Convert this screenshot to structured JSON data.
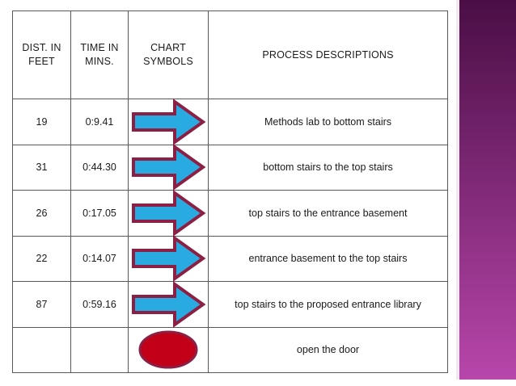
{
  "slide": {
    "background_color": "#ffffff",
    "decor_band": {
      "name": "purple-gradient-band",
      "gradient_top_color": "#4a0e45",
      "gradient_bottom_color": "#b846ab"
    }
  },
  "table": {
    "border_color": "#58585a",
    "columns": [
      {
        "key": "dist",
        "header": "DIST. IN FEET"
      },
      {
        "key": "time",
        "header": "TIME IN MINS."
      },
      {
        "key": "symbol",
        "header": "CHART SYMBOLS"
      },
      {
        "key": "description",
        "header": "PROCESS DESCRIPTIONS"
      }
    ],
    "symbols": {
      "arrow": {
        "name": "transport-arrow-symbol",
        "fill": "#29ABE2",
        "stroke": "#8C2044"
      },
      "ellipse": {
        "name": "operation-ellipse-symbol",
        "fill": "#C20017",
        "stroke": "#8C2044"
      }
    },
    "rows": [
      {
        "dist": "19",
        "time": "0:9.41",
        "symbol": "arrow",
        "description": "Methods lab to bottom stairs"
      },
      {
        "dist": "31",
        "time": "0:44.30",
        "symbol": "arrow",
        "description": "bottom stairs to the top stairs"
      },
      {
        "dist": "26",
        "time": "0:17.05",
        "symbol": "arrow",
        "description": "top stairs to the entrance basement"
      },
      {
        "dist": "22",
        "time": "0:14.07",
        "symbol": "arrow",
        "description": "entrance basement to the top stairs"
      },
      {
        "dist": "87",
        "time": "0:59.16",
        "symbol": "arrow",
        "description": "top stairs to the proposed entrance library"
      },
      {
        "dist": "",
        "time": "",
        "symbol": "ellipse",
        "description": "open the door"
      }
    ]
  }
}
